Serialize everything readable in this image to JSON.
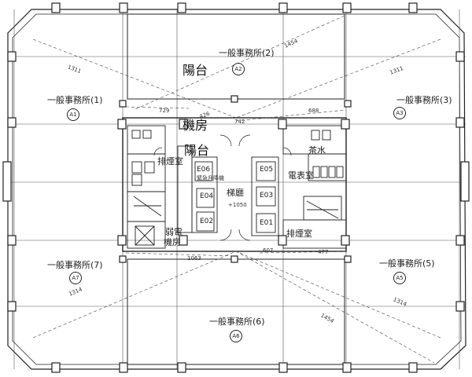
{
  "offices": {
    "o2": {
      "label": "一般事務所(2)",
      "code": "A2"
    },
    "o1": {
      "label": "一般事務所(1)",
      "code": "A1"
    },
    "o3": {
      "label": "一般事務所(3)",
      "code": "A3"
    },
    "o7": {
      "label": "一般事務所(7)",
      "code": "A7"
    },
    "o5": {
      "label": "一般事務所(5)",
      "code": "A5"
    },
    "o6": {
      "label": "一般事務所(6)",
      "code": "A6"
    }
  },
  "core": {
    "balcony_top": "陽台",
    "machine_room": "機房",
    "balcony_core": "陽台",
    "exhaust_left": "排煙室",
    "exhaust_right": "排煙室",
    "meter_room": "電表室",
    "tea_room": "茶水",
    "weak_power_room_line1": "弱電",
    "weak_power_room_line2": "機房",
    "lobby": "梯廳",
    "lobby_level": "+1050",
    "left_shaft_note": "緊急升降機",
    "elevators": [
      "E06",
      "E04",
      "E02",
      "E05",
      "E03",
      "E01"
    ]
  },
  "dimensions": {
    "d_1311_left": "1311",
    "d_1311_right": "1311",
    "d_1454_top": "1454",
    "d_1454_bottom": "1454",
    "d_1314_left": "1314",
    "d_1314_right": "1314",
    "d_729": "729",
    "d_426": "426",
    "d_742": "742",
    "d_688": "688",
    "d_1063": "1063",
    "d_607": "607",
    "d_477": "477"
  },
  "colors": {
    "line": "#222222",
    "grid": "#555555",
    "dash": "#444444"
  }
}
